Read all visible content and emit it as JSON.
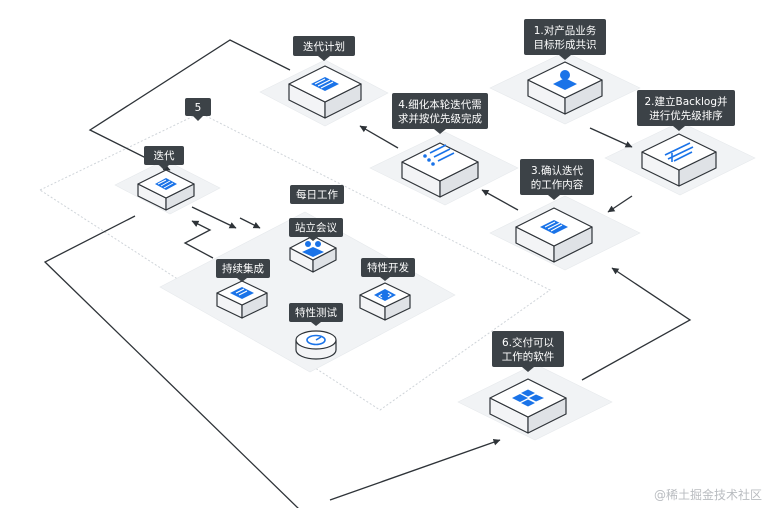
{
  "labels": {
    "plan": "迭代计划",
    "num5": "5",
    "iter": "迭代",
    "s1a": "1.对产品业务",
    "s1b": "目标形成共识",
    "s2a": "2.建立Backlog并",
    "s2b": "进行优先级排序",
    "s3a": "3.确认迭代",
    "s3b": "的工作内容",
    "s4a": "4.细化本轮迭代需",
    "s4b": "求并按优先级完成",
    "daily": "每日工作",
    "standup": "站立会议",
    "ci": "持续集成",
    "dev": "特性开发",
    "test": "特性测试",
    "s6a": "6.交付可以",
    "s6b": "工作的软件"
  },
  "watermark": "@稀土掘金技术社区",
  "colors": {
    "accent": "#1a73e8",
    "tag": "#3c4247",
    "line": "#2e3338"
  },
  "icons": {
    "plan": "list-lines-icon",
    "iter": "list-lines-icon",
    "s1": "user-icon",
    "s2": "sort-bars-icon",
    "s3": "document-list-icon",
    "s4": "bullet-list-icon",
    "standup": "team-icon",
    "ci": "build-pipeline-icon",
    "dev": "code-icon",
    "test": "gauge-icon",
    "s6": "windows-grid-icon"
  }
}
